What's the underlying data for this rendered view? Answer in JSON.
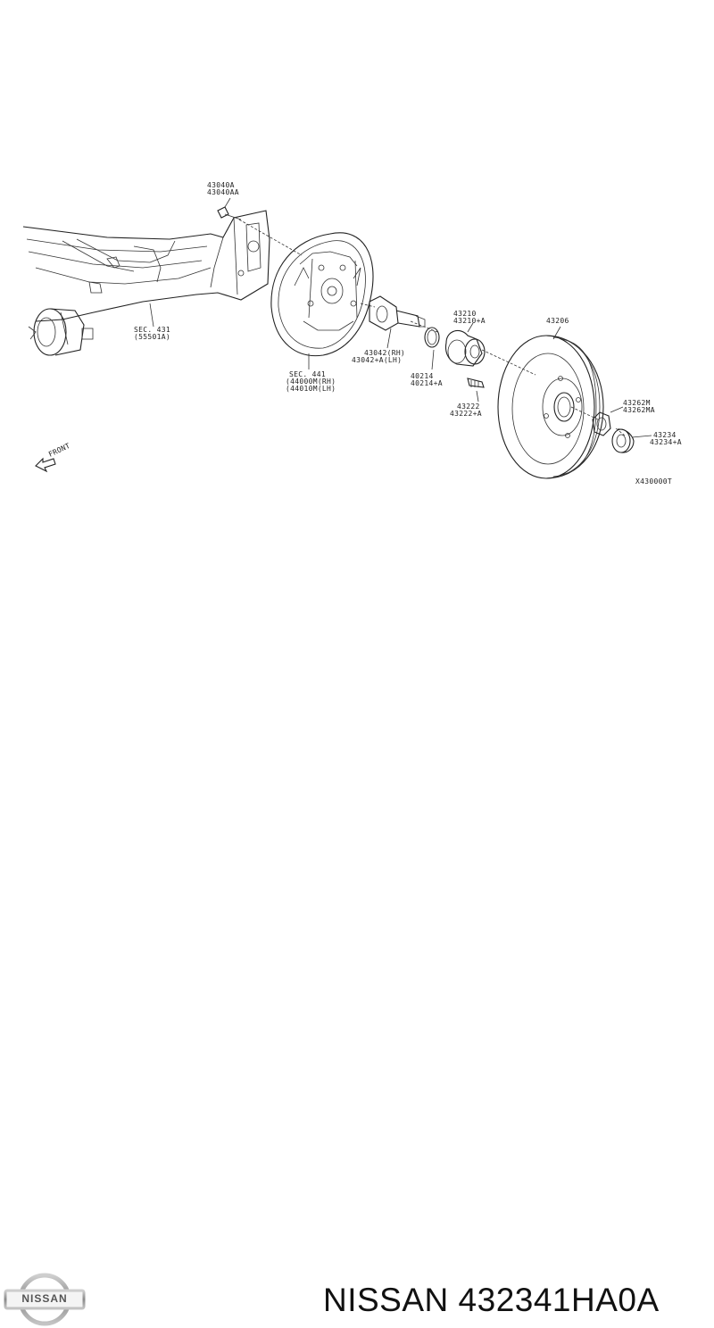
{
  "diagram": {
    "labels": {
      "bolt": [
        "43040A",
        "43040AA"
      ],
      "sec431": [
        "SEC. 431",
        "(55501A)"
      ],
      "sec441": [
        "SEC. 441",
        "(44000M(RH)",
        "(44010M(LH)"
      ],
      "hub": [
        "43042(RH)",
        "43042+A(LH)"
      ],
      "spindle": [
        "43210",
        "43210+A"
      ],
      "ring": [
        "40214",
        "40214+A"
      ],
      "stud": [
        "43222",
        "43222+A"
      ],
      "drum": [
        "43206"
      ],
      "nut": [
        "43262M",
        "43262MA"
      ],
      "cap": [
        "43234",
        "43234+A"
      ],
      "code": [
        "X430000T"
      ],
      "front": [
        "FRONT"
      ]
    }
  },
  "footer": {
    "logo_text": "NISSAN",
    "title": "NISSAN 432341HA0A"
  },
  "icons": {
    "logo": "nissan-logo",
    "arrow": "front-arrow-icon"
  }
}
